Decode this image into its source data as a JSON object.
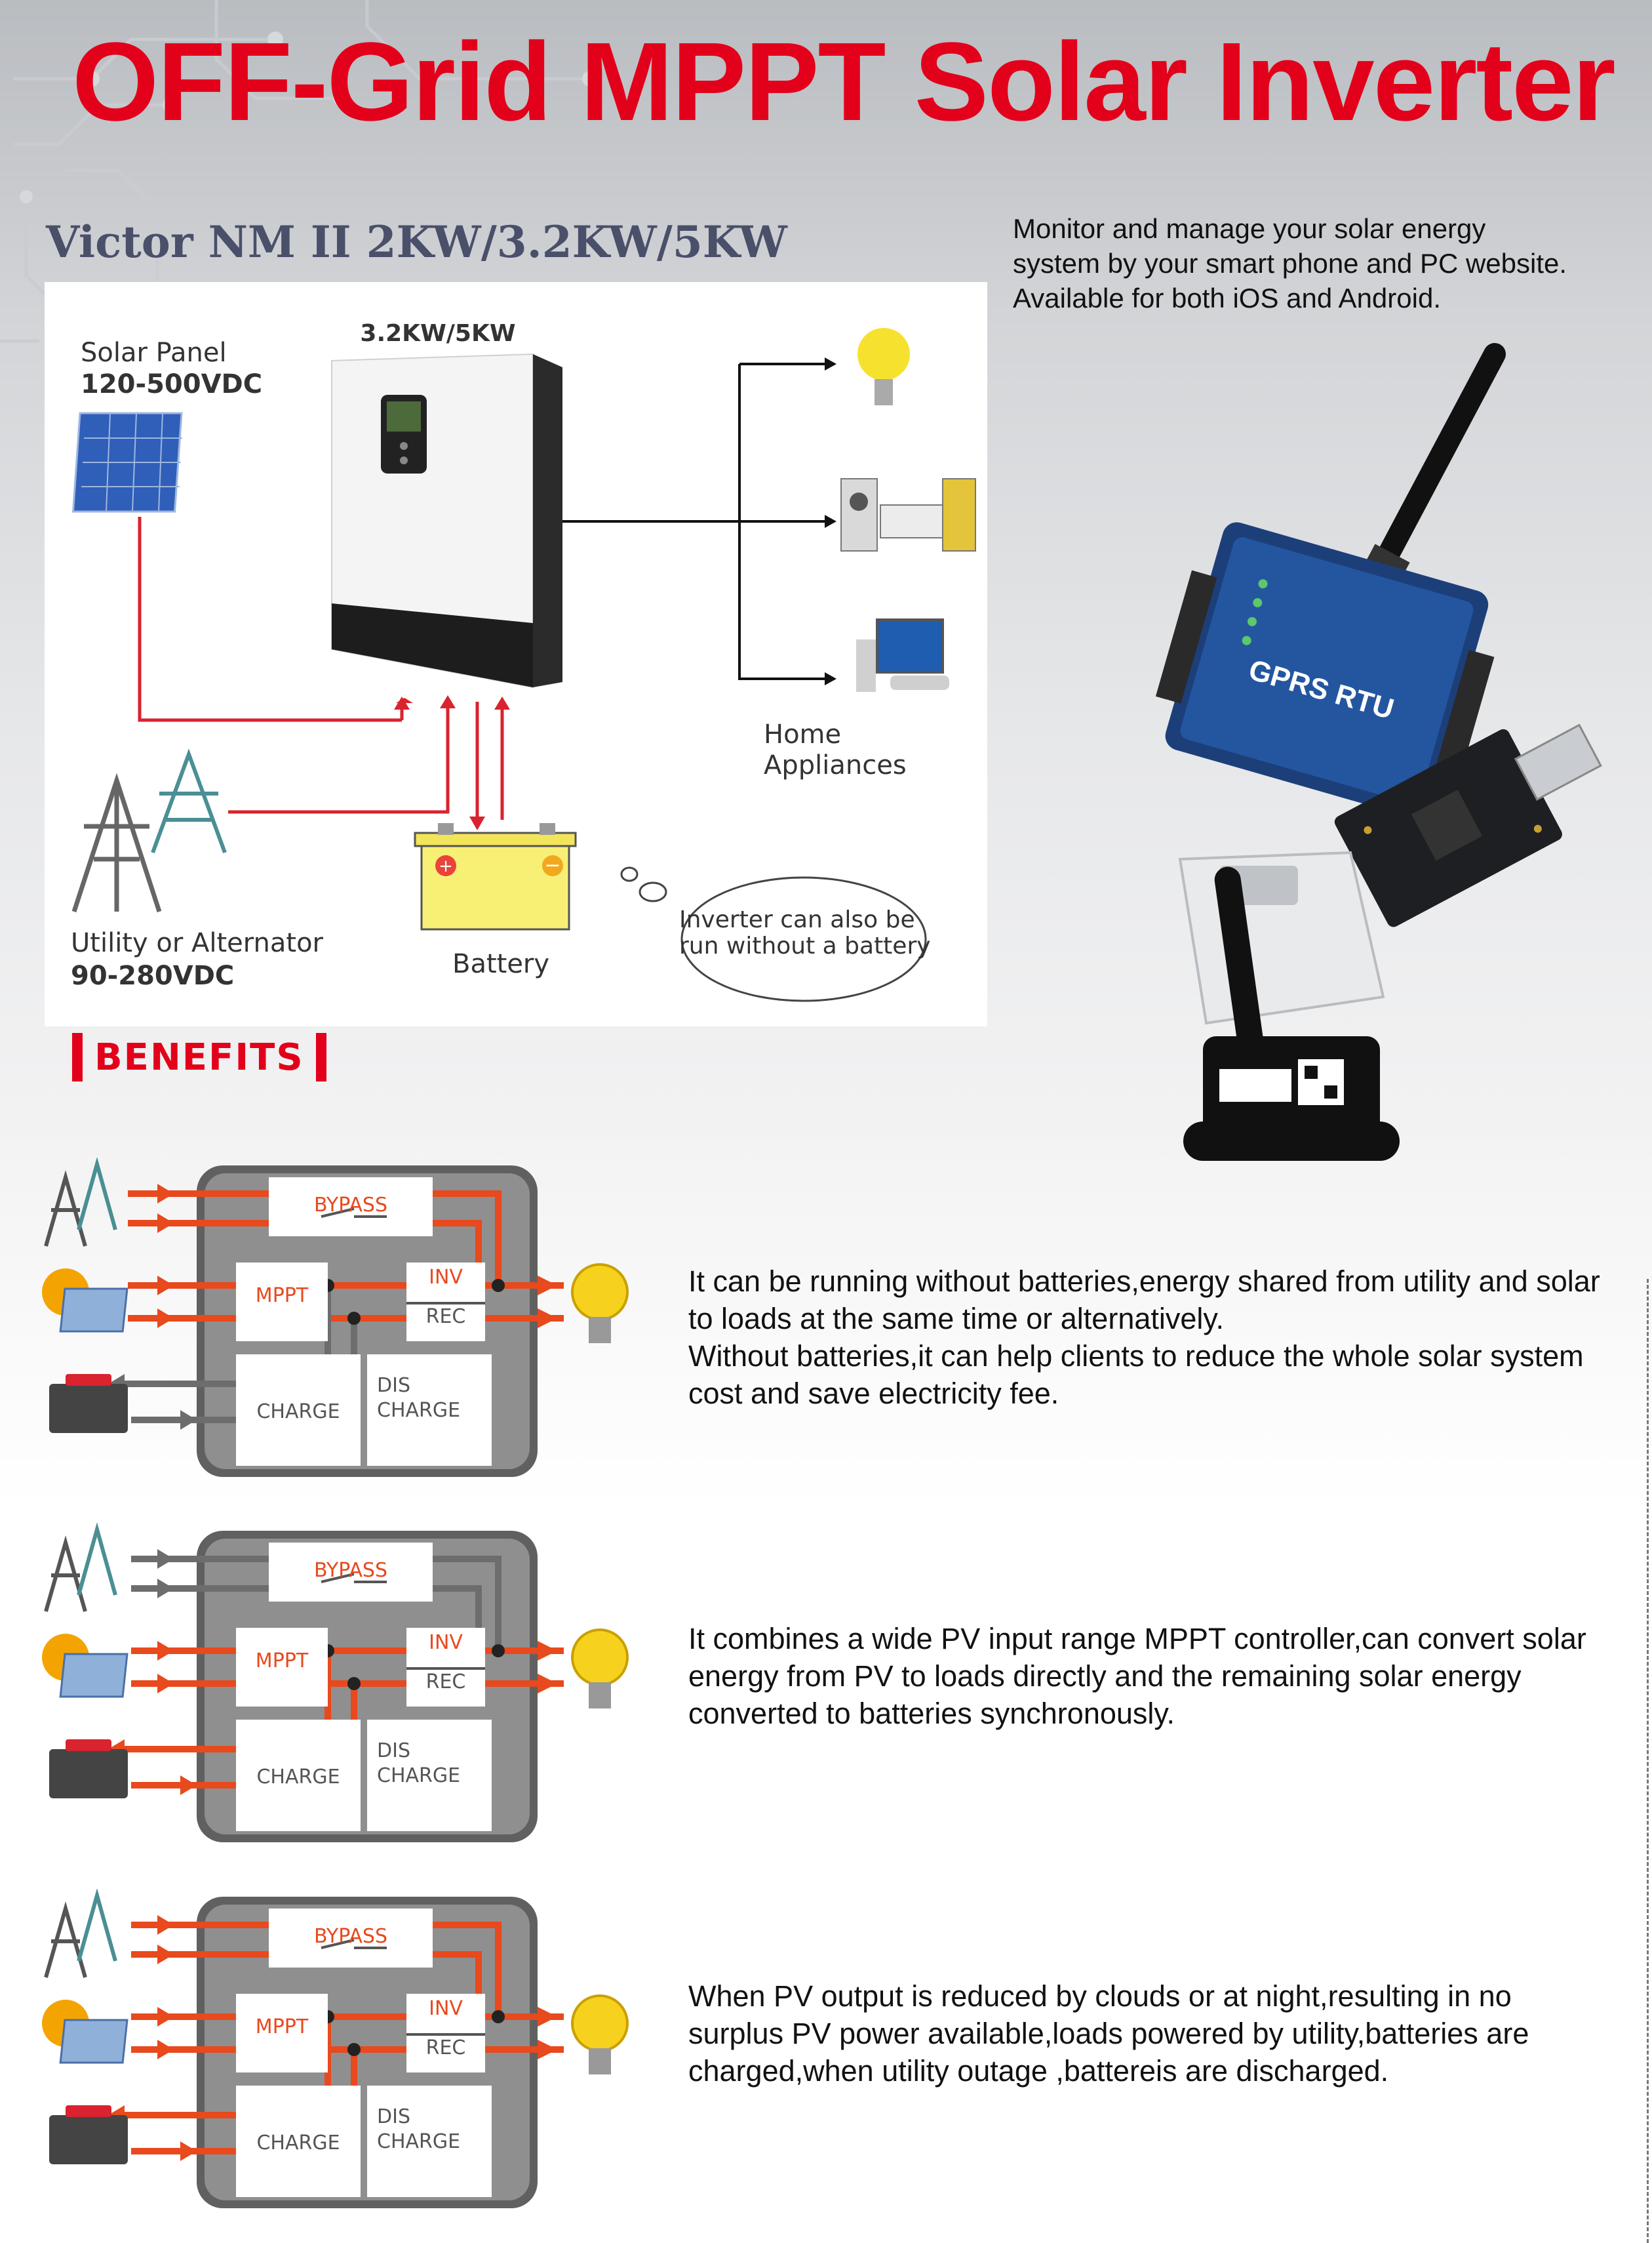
{
  "header": {
    "title": "OFF-Grid MPPT Solar Inverter",
    "subtitle": "Victor NM II 2KW/3.2KW/5KW"
  },
  "monitor": {
    "lines": [
      "Monitor and manage your solar energy",
      "system by your smart phone and PC website.",
      "Available for both iOS and Android."
    ],
    "devices": [
      "GPRS RTU",
      "wifi-dongle",
      "usb-module"
    ],
    "rtu_label": "GPRS RTU"
  },
  "system_diagram": {
    "inverter_label": "3.2KW/5KW",
    "solar_label": "Solar Panel",
    "solar_voltage": "120-500VDC",
    "utility_label": "Utility or Alternator",
    "utility_voltage": "90-280VDC",
    "battery_label": "Battery",
    "home_line1": "Home",
    "home_line2": "Appliances",
    "bubble_line1": "Inverter can also be",
    "bubble_line2": "run without a battery",
    "colors": {
      "wire_red": "#d9232e",
      "arrow_black": "#111111"
    }
  },
  "benefits": {
    "heading": "BENEFITS",
    "block_labels": {
      "bypass": "BYPASS",
      "mppt": "MPPT",
      "inv": "INV",
      "rec": "REC",
      "charge": "CHARGE",
      "dis1": "DIS",
      "dis2": "CHARGE"
    },
    "items": [
      {
        "lines": [
          "It can be running without batteries,energy shared from utility and solar",
          "to loads at the same time or alternatively.",
          "Without batteries,it can help clients to reduce the whole solar system",
          "cost and save electricity fee."
        ]
      },
      {
        "lines": [
          "It combines a wide PV input range MPPT controller,can convert solar",
          "energy from PV to loads directly and the remaining solar energy",
          "converted to batteries synchronously."
        ]
      },
      {
        "lines": [
          "When PV output is reduced by clouds or at night,resulting in no",
          "surplus PV power available,loads powered by utility,batteries are",
          "charged,when utility outage ,battereis are discharged."
        ]
      }
    ],
    "colors": {
      "flow_orange": "#e8491d",
      "idle_gray": "#7a7a7a",
      "box_gray": "#8f8f8f",
      "label_orange": "#e8491d"
    }
  }
}
